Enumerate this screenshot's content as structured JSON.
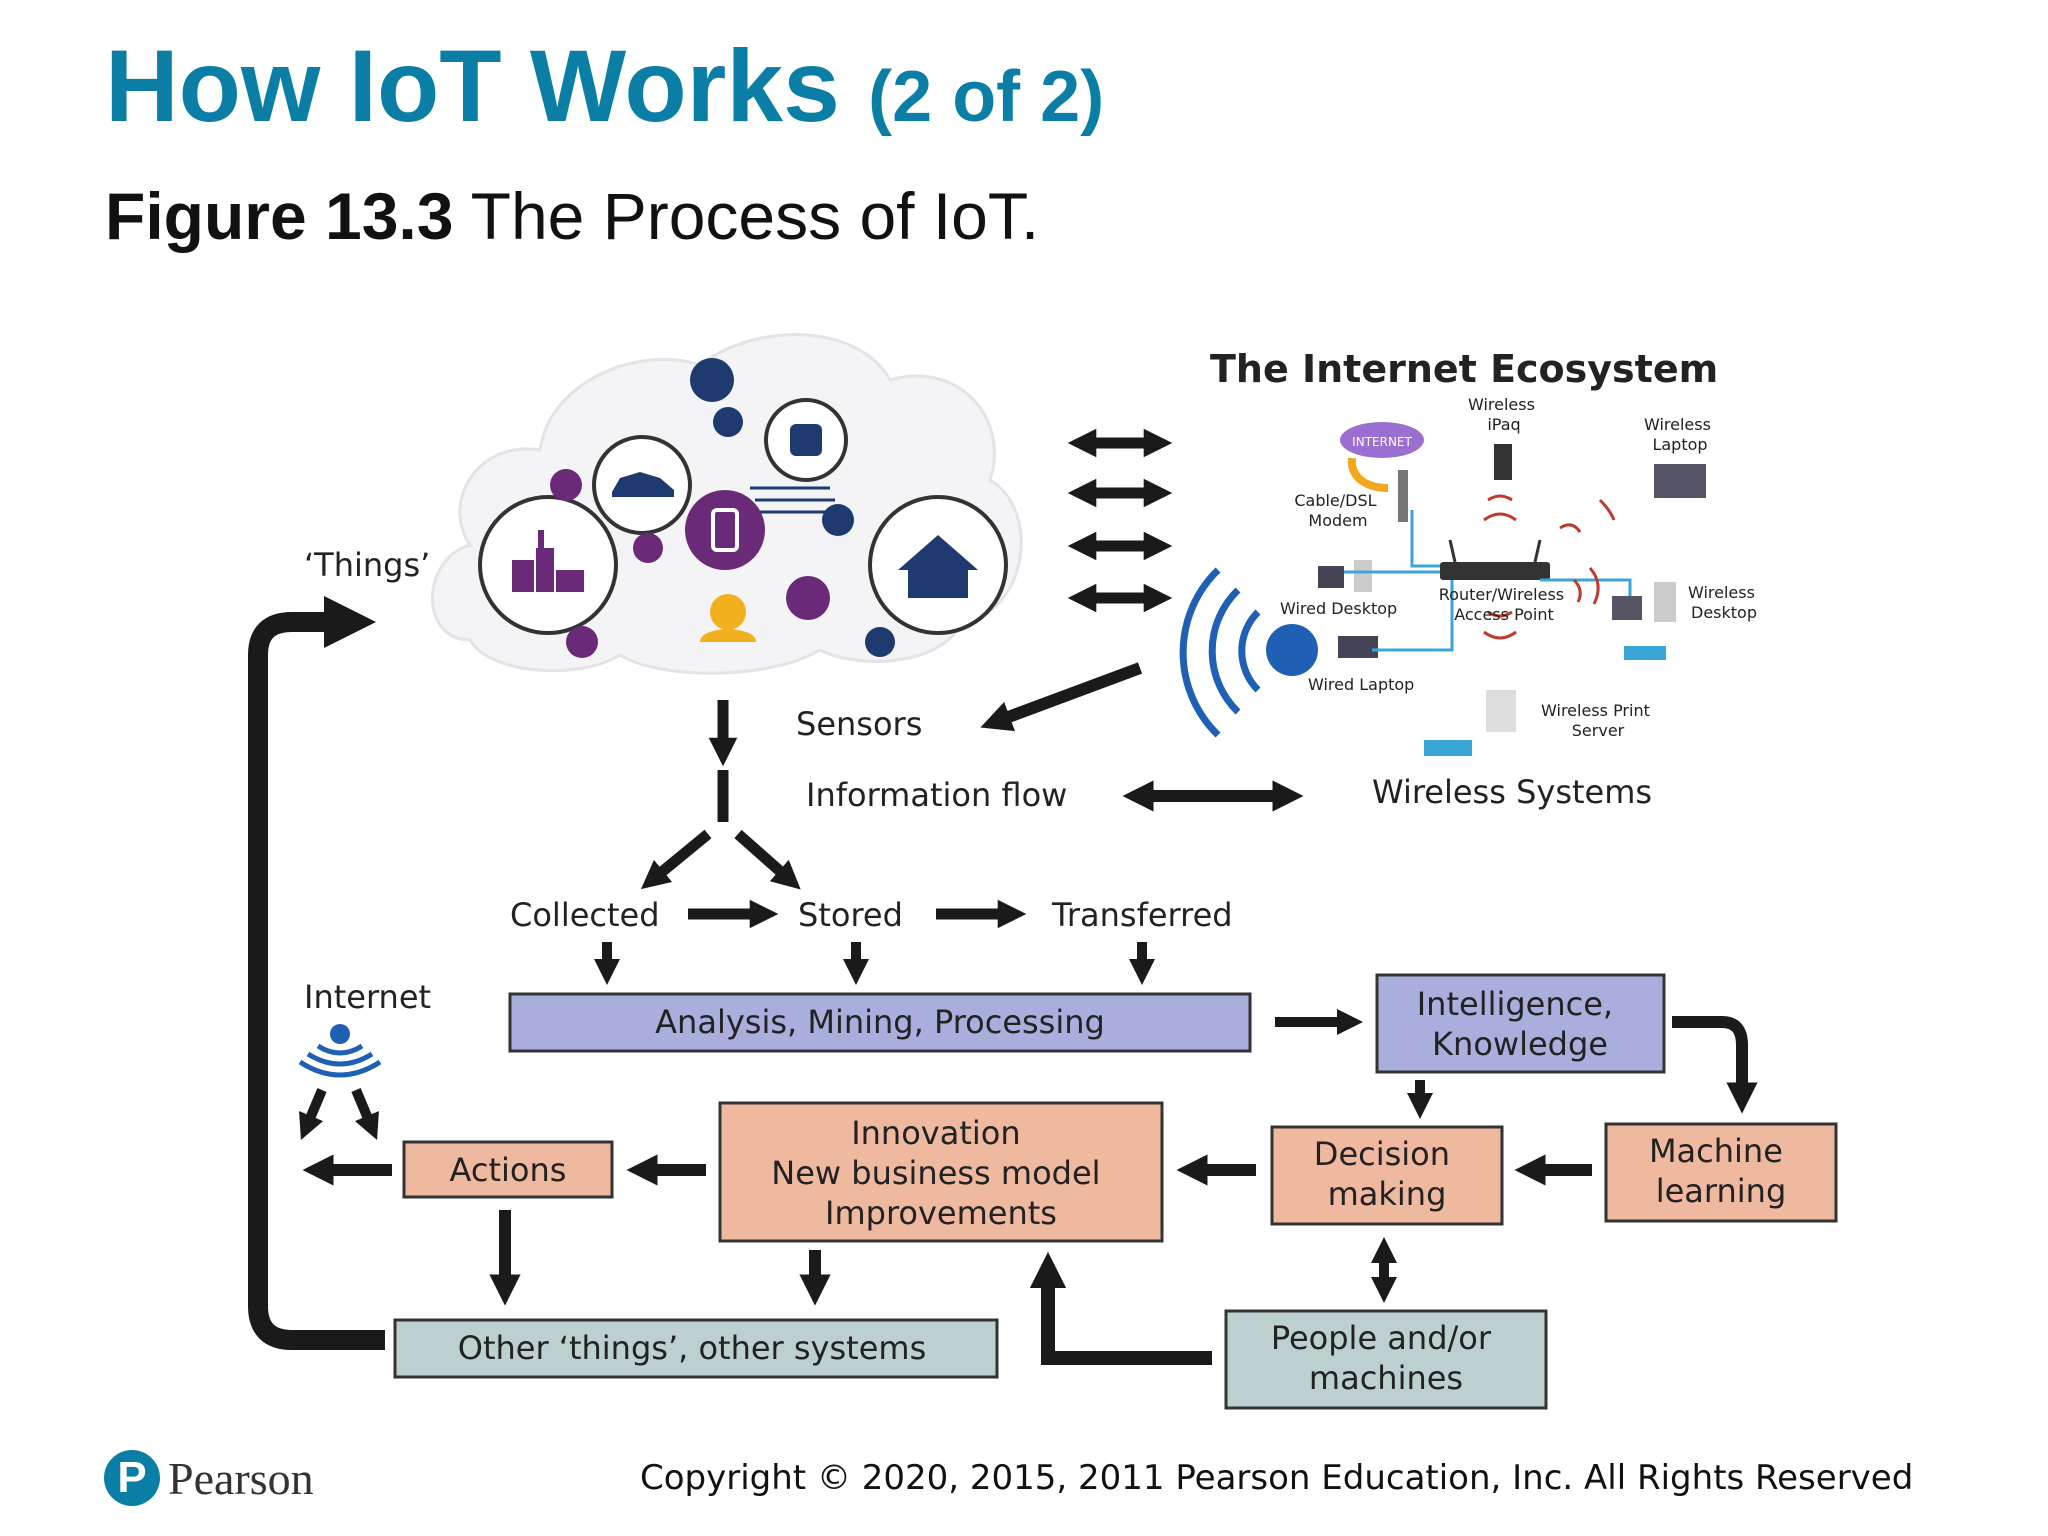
{
  "slide": {
    "title": "How IoT Works",
    "title_suffix": "(2 of 2)",
    "figure_label": "Figure 13.3",
    "figure_caption": "The Process of IoT."
  },
  "diagram": {
    "things_label": "‘Things’",
    "internet_label": "Internet",
    "ecosystem_title": "The Internet Ecosystem",
    "internet_cloud": "INTERNET",
    "devices": {
      "wireless_ipaq": [
        "Wireless",
        "iPaq"
      ],
      "wireless_laptop": [
        "Wireless",
        "Laptop"
      ],
      "cable_modem": [
        "Cable/DSL",
        "Modem"
      ],
      "wired_desktop": "Wired Desktop",
      "router": [
        "Router/Wireless",
        "Access Point"
      ],
      "wireless_desktop": [
        "Wireless",
        "Desktop"
      ],
      "wired_laptop": "Wired Laptop",
      "print_server": [
        "Wireless Print",
        "Server"
      ]
    },
    "sensors": "Sensors",
    "information_flow": "Information flow",
    "wireless_systems": "Wireless Systems",
    "collected": "Collected",
    "stored": "Stored",
    "transferred": "Transferred",
    "analysis": "Analysis, Mining, Processing",
    "intelligence": [
      "Intelligence,",
      "Knowledge"
    ],
    "machine_learning": [
      "Machine",
      "learning"
    ],
    "decision_making": [
      "Decision",
      "making"
    ],
    "innovation": [
      "Innovation",
      "New business model",
      "Improvements"
    ],
    "actions": "Actions",
    "other_things": "Other ‘things’, other systems",
    "people_machines": [
      "People and/or",
      "machines"
    ]
  },
  "colors": {
    "title": "#0a7ea4",
    "blue_box": "#a9aedc",
    "orange_box": "#efb9a0",
    "grey_box": "#bcd0cf",
    "arrow": "#1a1a1a",
    "purple": "#6b2a78",
    "navy": "#1e3a6e",
    "signal_blue": "#1f5fb4"
  },
  "footer": {
    "copyright": "Copyright © 2020, 2015, 2011 Pearson Education, Inc. All Rights Reserved",
    "logo_text": "Pearson",
    "logo_letter": "P"
  }
}
